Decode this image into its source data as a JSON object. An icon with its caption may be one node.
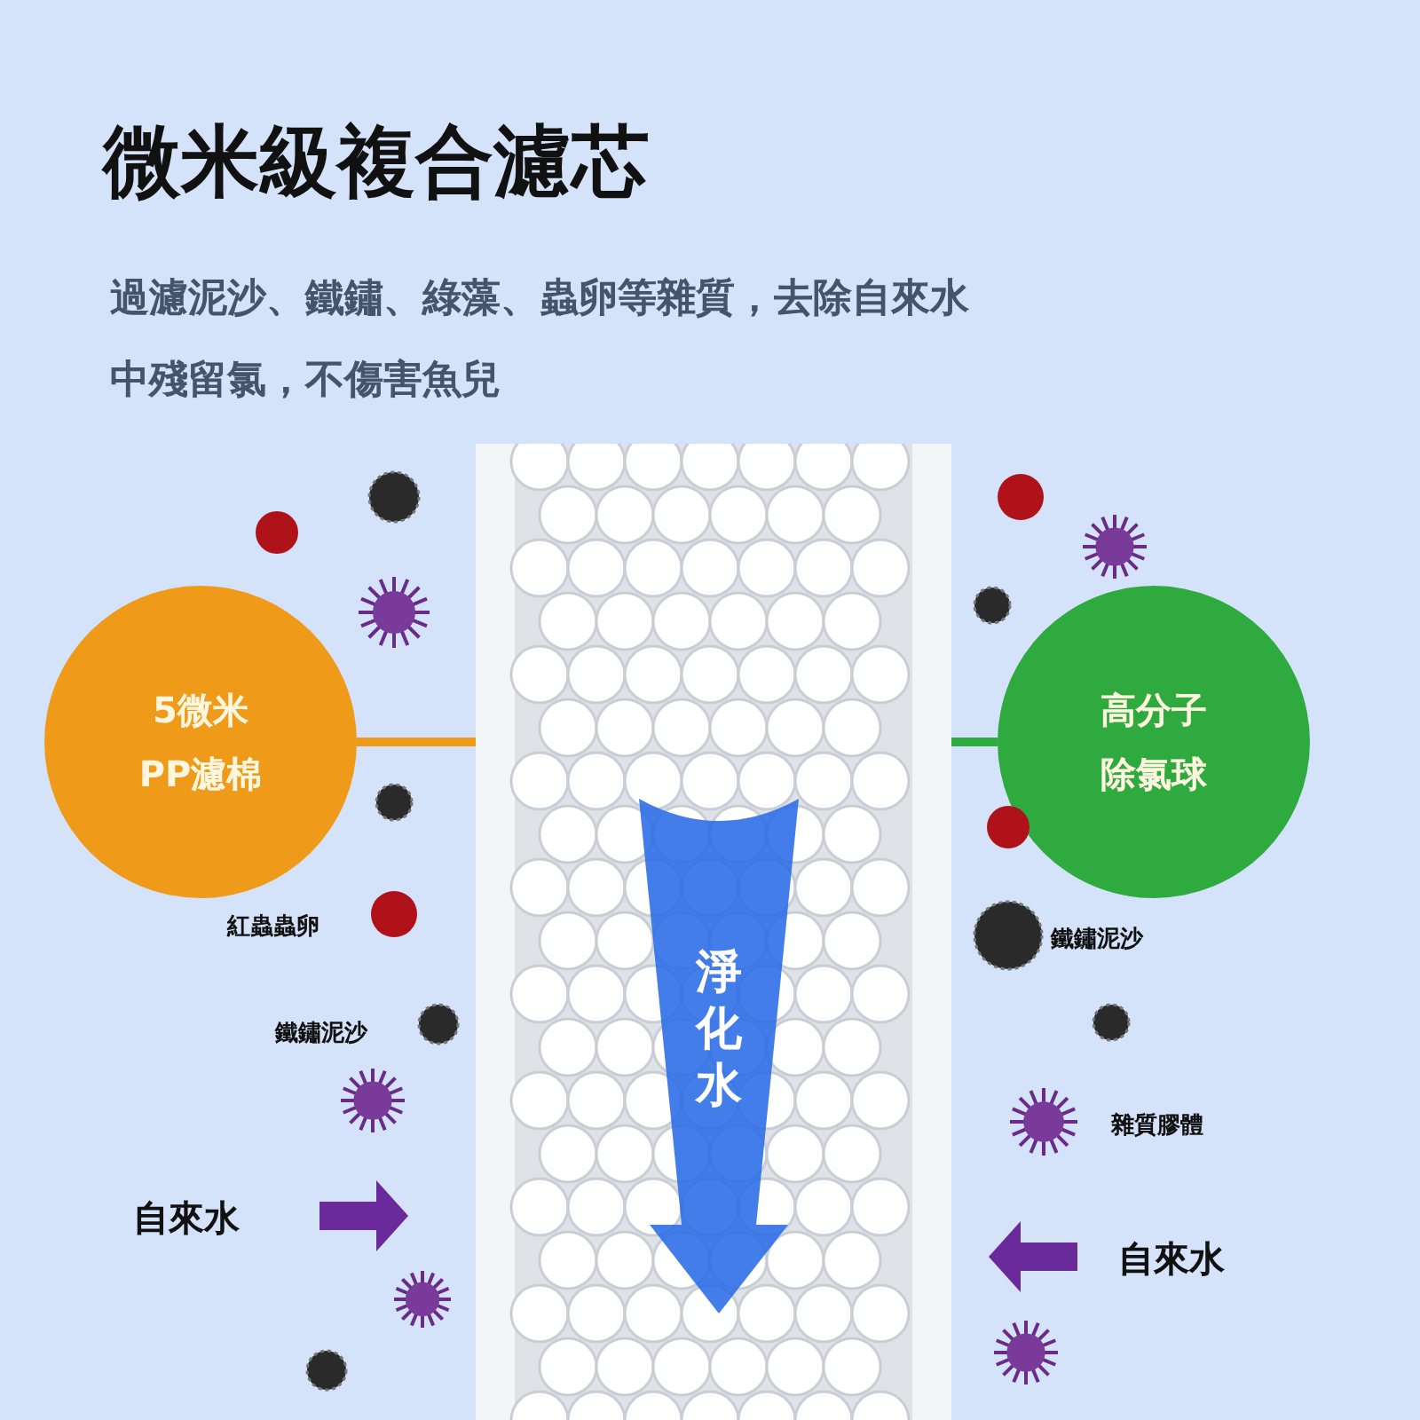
{
  "diagram": {
    "title": "微米級複合濾芯",
    "nodes": [
      {
        "text": [
          "5微米 PP濾棉"
        ]
      },
      {
        "text": [
          "高分子除氯球"
        ]
      },
      {
        "text": [],
        "shape": "picture"
      }
    ],
    "edges": [
      {
        "from": 0,
        "to": 2,
        "arrow": "none",
        "color": "#f09a1a"
      },
      {
        "from": 1,
        "to": 2,
        "arrow": "none",
        "color": "#2eaa3f"
      }
    ],
    "labels": [
      "過濾泥沙、鐵鏽、綠藻、蟲卵等雜質，去除自來水中殘留氯，不傷害魚兒",
      "紅蟲蟲卵",
      "鐵鏽泥沙",
      "淨化水",
      "鐵鏽泥沙",
      "雜質膠體",
      "自來水",
      "自來水"
    ]
  }
}
